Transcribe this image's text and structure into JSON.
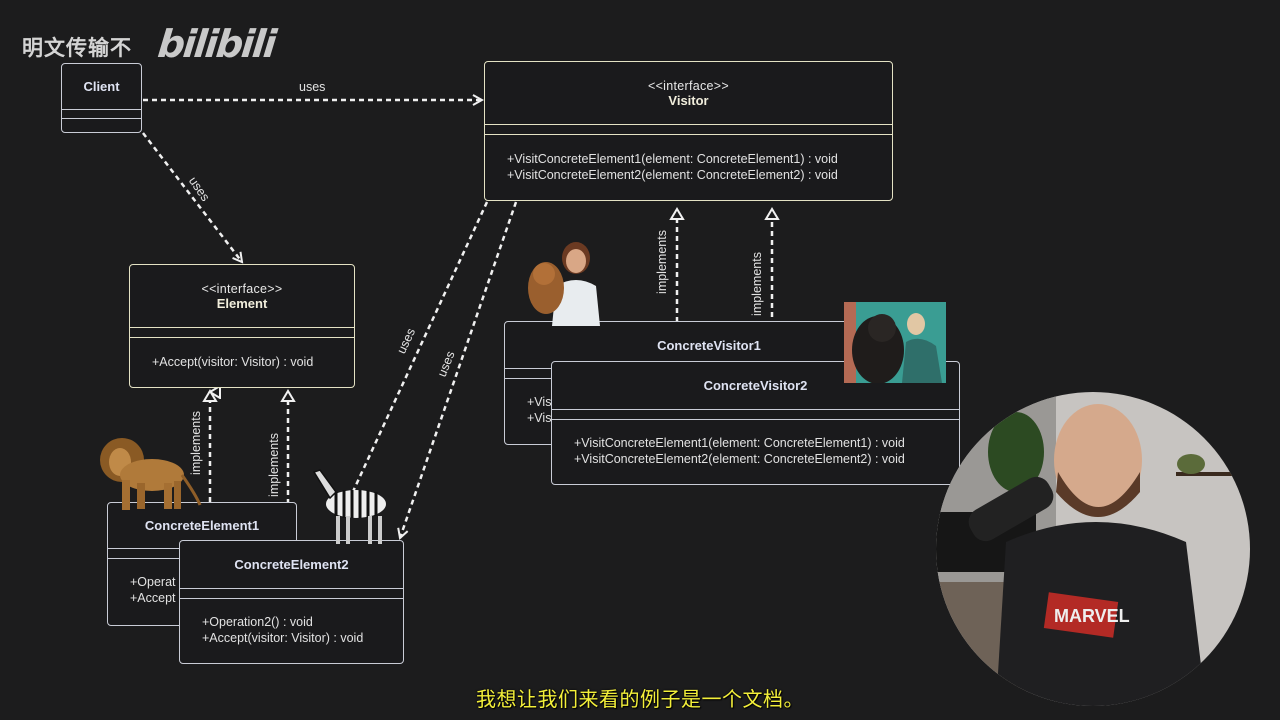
{
  "watermark": {
    "text": "明文传输不",
    "logo": "bilibili"
  },
  "colors": {
    "background": "#1c1c1d",
    "interface_border": "#e4e2c4",
    "concrete_border": "#c9ccd6",
    "subtitle": "#f3ef3a",
    "arrow": "#f0f0f0"
  },
  "classes": {
    "client": {
      "name": "Client",
      "operations": []
    },
    "visitor": {
      "stereotype": "<<interface>>",
      "name": "Visitor",
      "operations": [
        "+VisitConcreteElement1(element: ConcreteElement1) : void",
        "+VisitConcreteElement2(element: ConcreteElement2) : void"
      ]
    },
    "element": {
      "stereotype": "<<interface>>",
      "name": "Element",
      "operations": [
        "+Accept(visitor: Visitor) : void"
      ]
    },
    "concrete_element1": {
      "name": "ConcreteElement1",
      "operations": [
        "+Operat",
        "+Accept"
      ]
    },
    "concrete_element2": {
      "name": "ConcreteElement2",
      "operations": [
        "+Operation2() : void",
        "+Accept(visitor: Visitor) : void"
      ]
    },
    "concrete_visitor1": {
      "name": "ConcreteVisitor1",
      "operations": [
        "+Vis",
        "+Vis"
      ]
    },
    "concrete_visitor2": {
      "name": "ConcreteVisitor2",
      "operations": [
        "+VisitConcreteElement1(element: ConcreteElement1) : void",
        "+VisitConcreteElement2(element: ConcreteElement2) : void"
      ]
    }
  },
  "relations": {
    "client_visitor": "uses",
    "client_element": "uses",
    "visitor_ce2_a": "uses",
    "visitor_ce2_b": "uses",
    "ce1_element": "implements",
    "ce2_element": "implements",
    "cv1_visitor": "implements",
    "cv2_visitor": "implements"
  },
  "images": {
    "lion": "lion",
    "zebra": "zebra",
    "vet": "vet-with-dog",
    "gorilla": "gorilla-with-keeper",
    "presenter": "presenter-webcam",
    "shirt_text": "MARVEL"
  },
  "subtitle": "我想让我们来看的例子是一个文档。"
}
